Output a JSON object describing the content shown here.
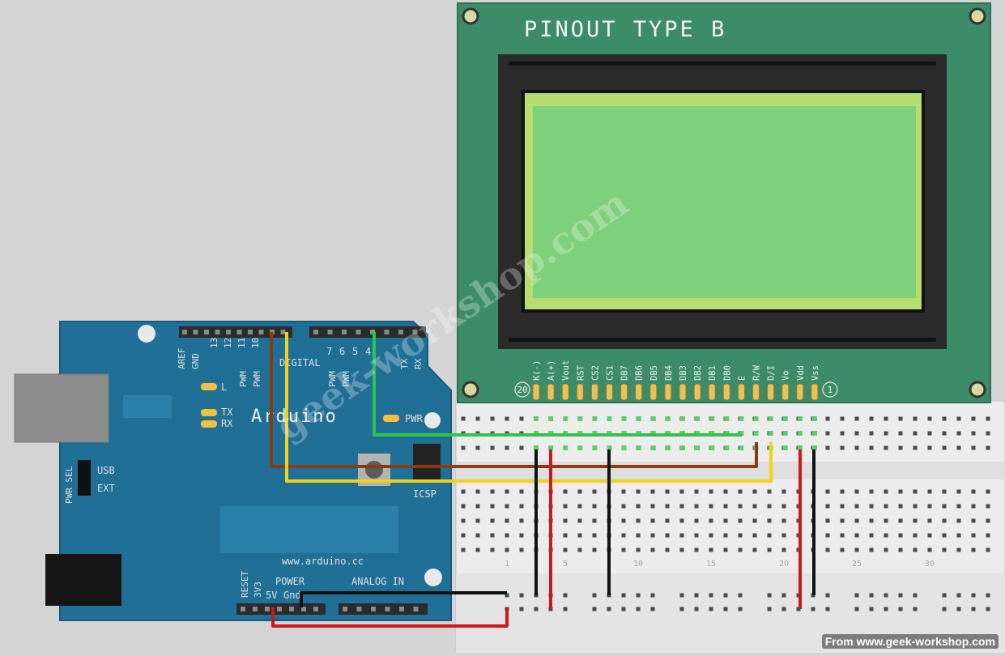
{
  "lcd": {
    "title": "PINOUT TYPE B",
    "pin_first_number": "20",
    "pin_last_number": "1",
    "pins": [
      "K(-)",
      "A(+)",
      "Vout",
      "RST",
      "CS2",
      "CS1",
      "DB7",
      "DB6",
      "DB5",
      "DB4",
      "DB3",
      "DB2",
      "DB1",
      "DB0",
      "E",
      "R/W",
      "D/I",
      "Vo",
      "Vdd",
      "Vss"
    ]
  },
  "arduino": {
    "brand": "Arduino",
    "website": "www.arduino.cc",
    "label_aref": "AREF",
    "label_gnd": "GND",
    "label_digital": "DIGITAL",
    "pin_numbers_left": [
      "13",
      "12",
      "11",
      "10"
    ],
    "pin_numbers_right": [
      "7",
      "6",
      "5",
      "4"
    ],
    "pwm_label": "PWM",
    "label_tx_pin": "TX",
    "label_rx_pin": "RX",
    "label_led_l": "L",
    "label_led_tx": "TX",
    "label_led_rx": "RX",
    "label_pwr_led": "PWR",
    "label_icsp": "ICSP",
    "label_usb": "USB",
    "label_ext": "EXT",
    "label_pwr_sel": "PWR SEL",
    "label_reset": "RESET",
    "label_3v3": "3V3",
    "label_5v": "5V",
    "label_gnd_power": "Gnd",
    "label_power": "POWER",
    "label_analog_in": "ANALOG IN"
  },
  "breadboard": {
    "column_numbers": [
      "1",
      "5",
      "10",
      "15",
      "20",
      "25",
      "30"
    ]
  },
  "watermark": "geek-workshop.com",
  "credit": "From www.geek-workshop.com",
  "colors": {
    "board_blue": "#1f6f96",
    "lcd_pcb_green": "#3c8c6a",
    "lcd_screen": "#7fd07a",
    "wire_red": "#cc1a1a",
    "wire_black": "#111111",
    "wire_brown": "#8a3b10",
    "wire_yellow": "#f0d21a",
    "wire_green": "#2fc44a"
  }
}
